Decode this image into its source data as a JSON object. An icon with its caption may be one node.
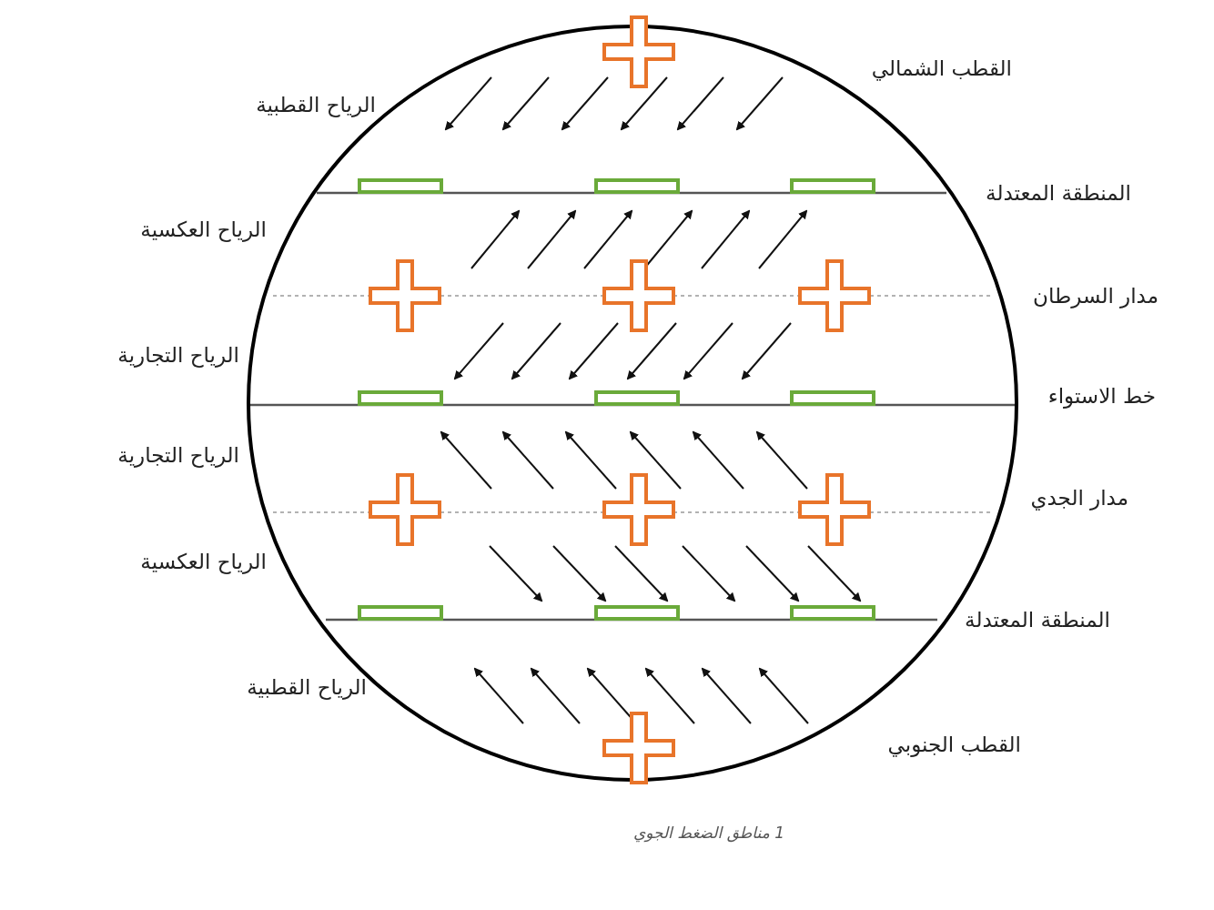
{
  "diagram": {
    "caption": "1 مناطق الضغط الجوي",
    "labels": [
      "القطب الشمالي",
      "الرياح القطبية",
      "المنطقة المعتدلة",
      "الرياح العكسية",
      "مدار السرطان",
      "الرياح التجارية",
      "خط الاستواء",
      "الرياح التجارية",
      "مدار الجدي",
      "الرياح العكسية",
      "المنطقة المعتدلة",
      "الرياح القطبية",
      "القطب الجنوبي"
    ]
  }
}
